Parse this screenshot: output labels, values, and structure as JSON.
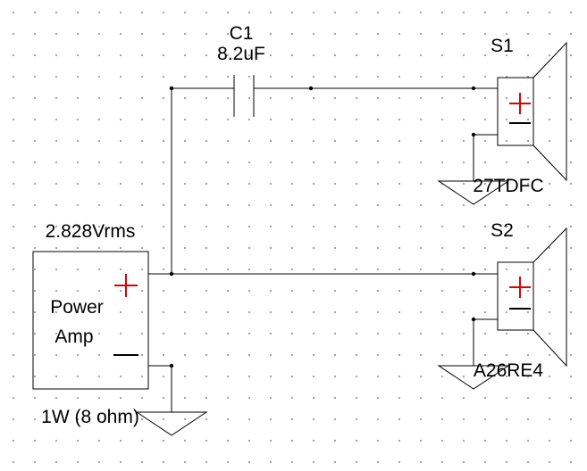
{
  "components": {
    "capacitor": {
      "ref": "C1",
      "value": "8.2uF"
    },
    "speaker1": {
      "ref": "S1",
      "model": "27TDFC"
    },
    "speaker2": {
      "ref": "S2",
      "model": "A26RE4"
    },
    "amplifier": {
      "voltage": "2.828Vrms",
      "name_line1": "Power",
      "name_line2": "Amp",
      "power": "1W (8 ohm)"
    }
  },
  "colors": {
    "plus_sign": "#e00000",
    "wire": "#000000",
    "grid_dot": "#8c8c8c"
  }
}
